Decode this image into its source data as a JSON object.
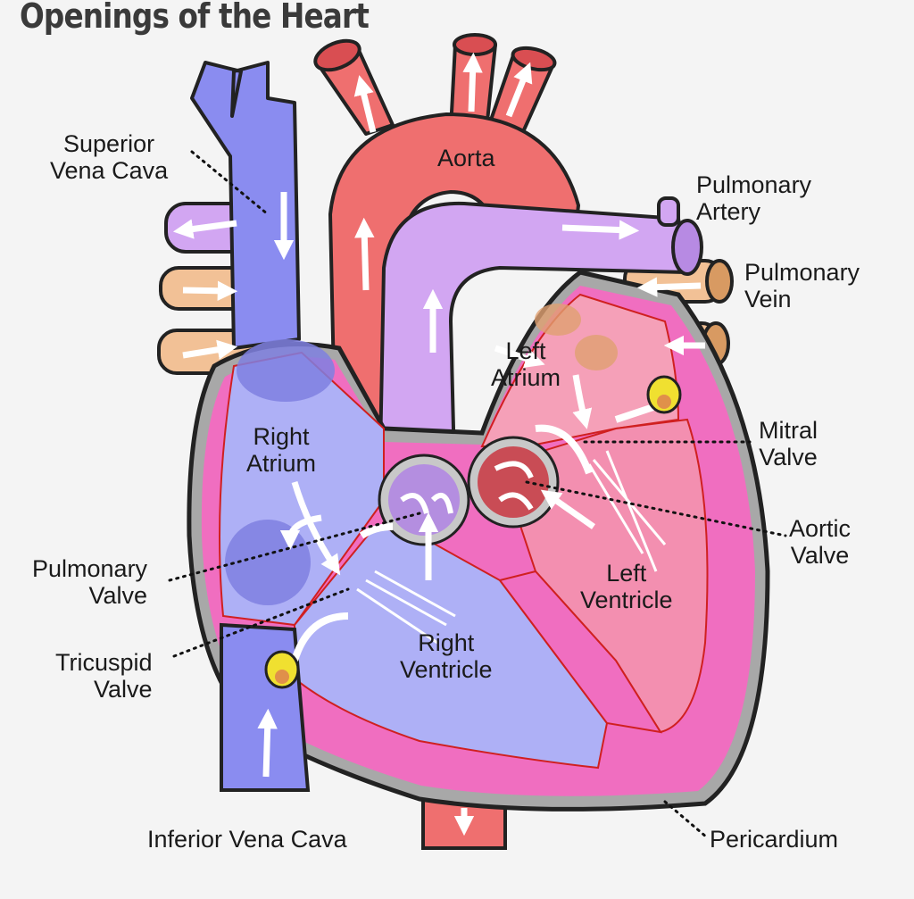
{
  "title": "Openings of the Heart",
  "labels": {
    "superior_vena_cava": [
      "Superior",
      "Vena Cava"
    ],
    "aorta": [
      "Aorta"
    ],
    "pulmonary_artery": [
      "Pulmonary",
      "Artery"
    ],
    "pulmonary_vein": [
      "Pulmonary",
      "Vein"
    ],
    "left_atrium": [
      "Left",
      "Atrium"
    ],
    "right_atrium": [
      "Right",
      "Atrium"
    ],
    "mitral_valve": [
      "Mitral",
      "Valve"
    ],
    "aortic_valve": [
      "Aortic",
      "Valve"
    ],
    "pulmonary_valve": [
      "Pulmonary",
      "Valve"
    ],
    "left_ventricle": [
      "Left",
      "Ventricle"
    ],
    "tricuspid_valve": [
      "Tricuspid",
      "Valve"
    ],
    "right_ventricle": [
      "Right",
      "Ventricle"
    ],
    "inferior_vena_cava": [
      "Inferior Vena Cava"
    ],
    "pericardium": [
      "Pericardium"
    ]
  },
  "colors": {
    "background": "#f4f4f4",
    "deoxygenated_blue": "#8a8cf0",
    "right_chamber_blue": "#aeb0f6",
    "aorta_red": "#ef6f6f",
    "pulmonary_artery_lavender": "#d2a6f2",
    "pulmonary_vein_orange": "#f2c196",
    "left_chamber_pink": "#f38fb0",
    "myocardium_magenta": "#f06ec0",
    "pericardium_gray": "#a8a8a8"
  }
}
